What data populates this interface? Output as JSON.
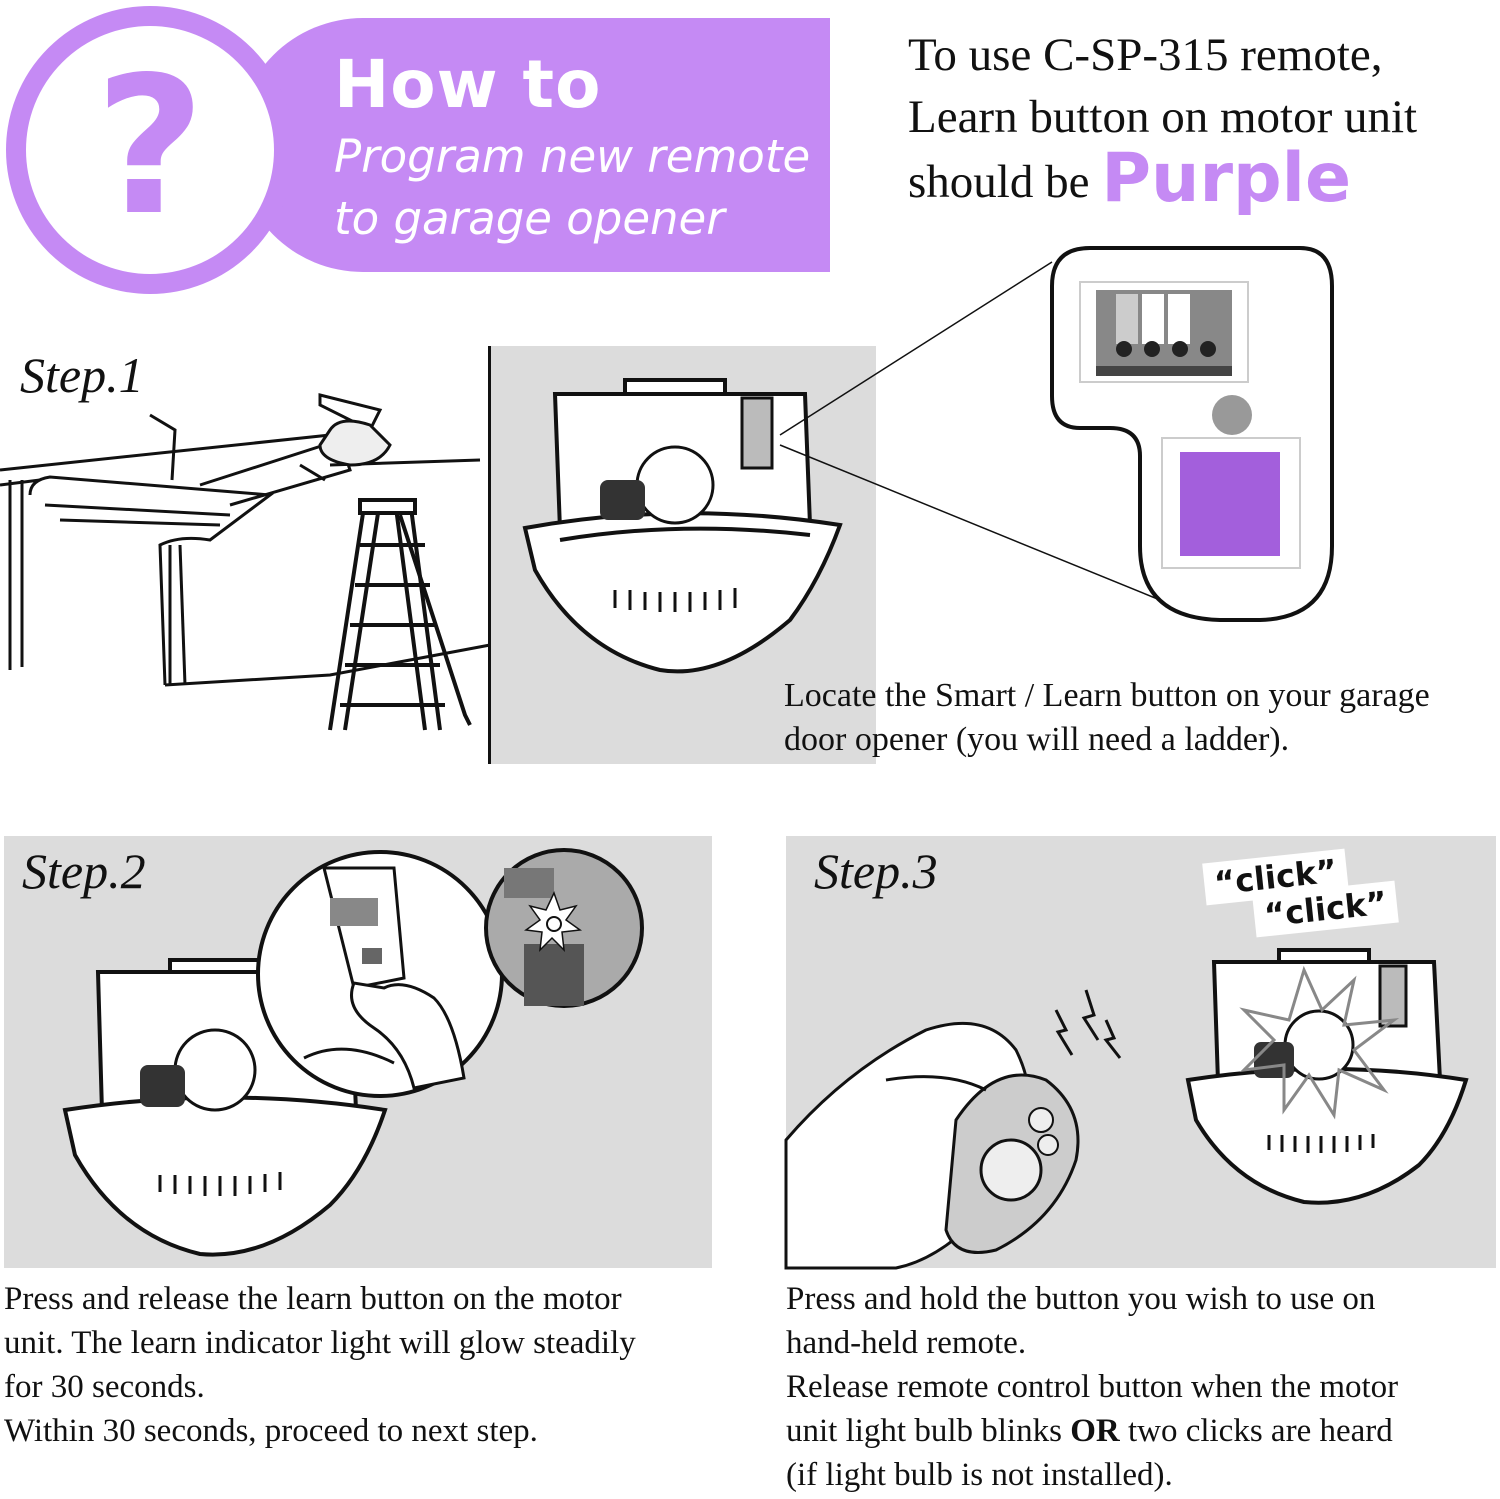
{
  "header": {
    "title": "How to",
    "subtitle_line1": "Program new remote",
    "subtitle_line2": "to garage opener",
    "question_mark": "?"
  },
  "requirement": {
    "line1": "To use C-SP-315 remote,",
    "line2": "Learn button on motor unit",
    "line3_prefix": "should be",
    "color_word": "Purple"
  },
  "colors": {
    "accent_purple": "#c58af4",
    "button_purple": "#a35fdc",
    "panel_gray": "#dcdcdc"
  },
  "icons": [
    "question-mark-icon",
    "garage-door-icon",
    "ladder-icon",
    "motor-unit-icon",
    "learn-button-icon",
    "hand-remote-icon",
    "signal-icon",
    "flash-icon"
  ],
  "steps": [
    {
      "label": "Step.1",
      "text": "Locate the Smart / Learn button on your garage door opener (you will need a ladder)."
    },
    {
      "label": "Step.2",
      "line1": "Press and release the learn button on the motor",
      "line2": "unit. The learn indicator light will glow steadily",
      "line3": "for 30 seconds.",
      "line4": "Within 30 seconds, proceed to next step."
    },
    {
      "label": "Step.3",
      "line1": "Press and hold the button you wish to use on",
      "line2": "hand-held remote.",
      "line3": "Release remote control button when the motor",
      "line4_a": "unit light bulb blinks",
      "line4_b": "OR",
      "line4_c": "two clicks are heard",
      "line5": "(if light bulb is not installed).",
      "click1": "“click”",
      "click2": "“click”"
    }
  ]
}
